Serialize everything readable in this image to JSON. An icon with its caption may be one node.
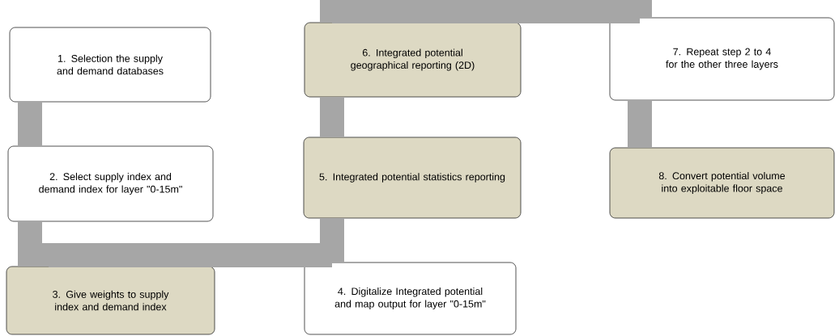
{
  "diagram": {
    "nodes": [
      {
        "text": [
          "1. Selection the supply and demand databases"
        ]
      },
      {
        "text": [
          "2. Select supply index and demand index for layer \"0-15m\""
        ]
      },
      {
        "text": [
          "3. Give weights to supply index and demand index"
        ]
      },
      {
        "text": [
          "4. Digitalize Integrated potential and map output for layer \"0-15m\""
        ]
      },
      {
        "text": [
          "5. Integrated potential statistics reporting"
        ]
      },
      {
        "text": [
          "6. Integrated potential geographical reporting (2D)"
        ]
      },
      {
        "text": [
          "7. Repeat step 2 to 4 for the other three layers"
        ]
      },
      {
        "text": [
          "8. Convert potential volume into exploitable floor space"
        ]
      }
    ],
    "edges": [
      {
        "from": 0,
        "to": 1,
        "arrow": "none"
      },
      {
        "from": 1,
        "to": 2,
        "arrow": "none"
      },
      {
        "from": 2,
        "to": 3,
        "arrow": "none"
      },
      {
        "from": 3,
        "to": 4,
        "arrow": "none"
      },
      {
        "from": 4,
        "to": 5,
        "arrow": "none"
      },
      {
        "from": 5,
        "to": 6,
        "arrow": "none"
      },
      {
        "from": 6,
        "to": 7,
        "arrow": "none"
      }
    ]
  }
}
